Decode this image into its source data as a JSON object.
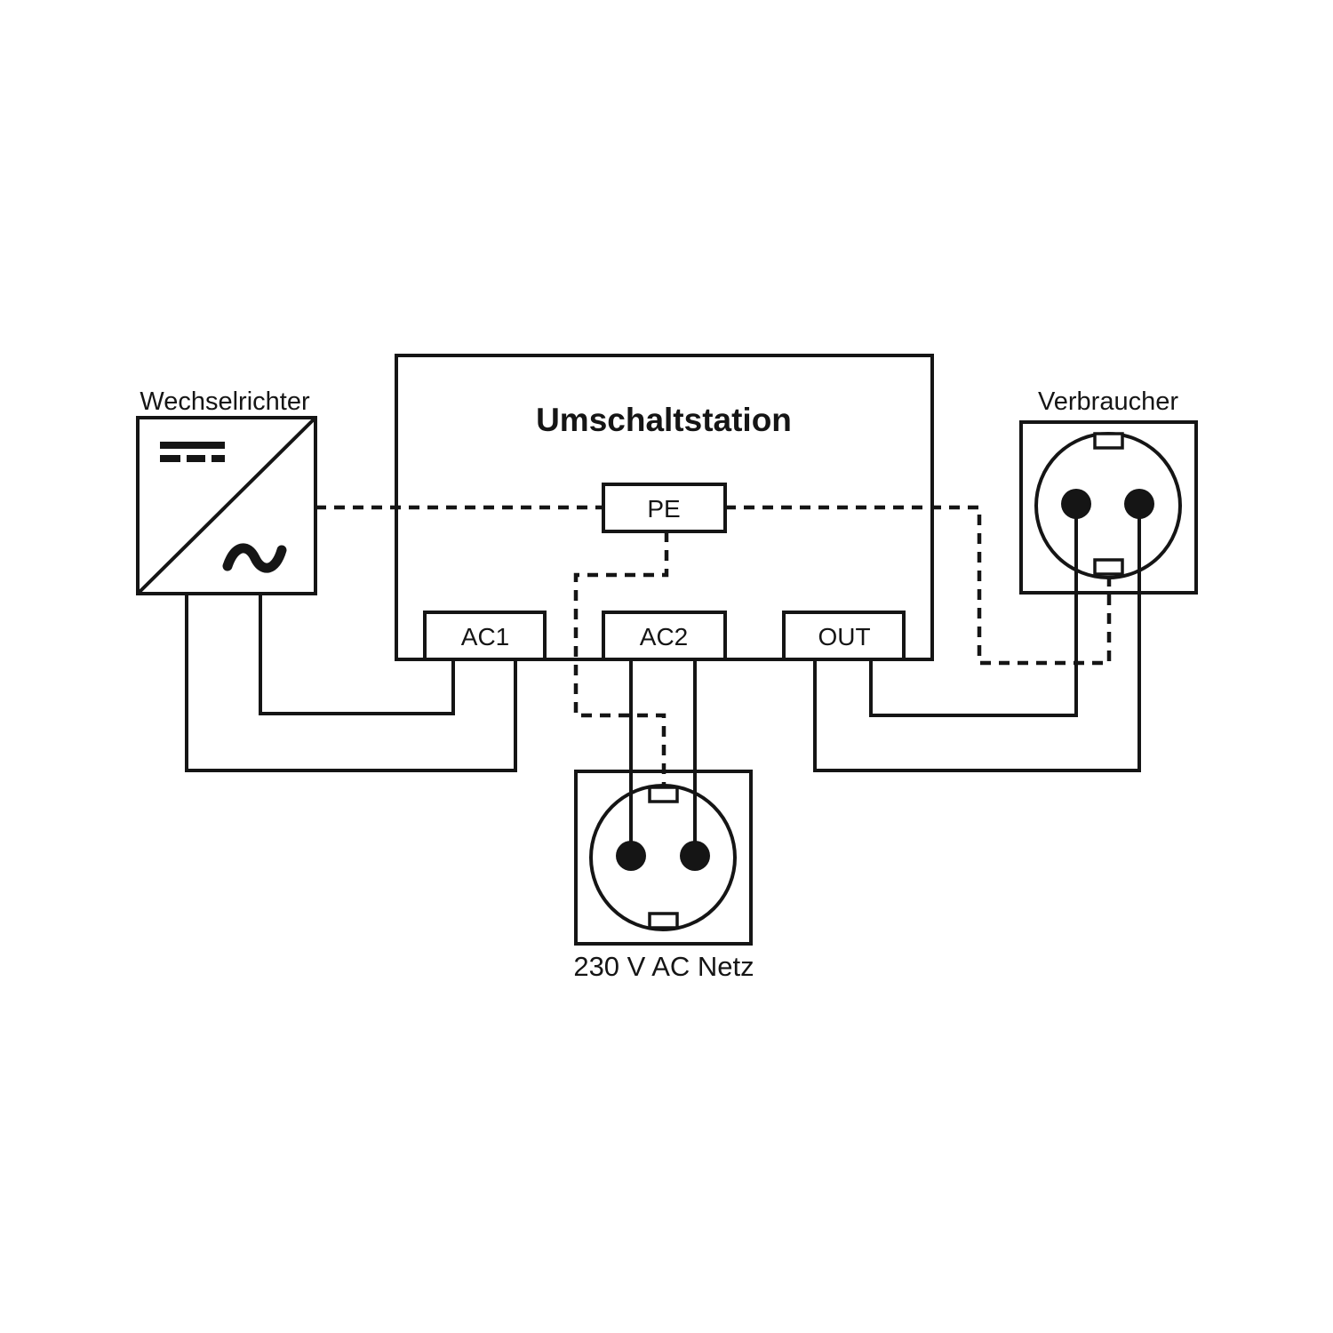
{
  "diagram": {
    "colors": {
      "line": "#151515",
      "background": "#ffffff"
    },
    "nodes": {
      "inverter": {
        "label": "Wechselrichter"
      },
      "station": {
        "title": "Umschaltstation"
      },
      "pe_port": {
        "label": "PE"
      },
      "ac1_port": {
        "label": "AC1"
      },
      "ac2_port": {
        "label": "AC2"
      },
      "out_port": {
        "label": "OUT"
      },
      "consumer": {
        "label": "Verbraucher"
      },
      "grid": {
        "label": "230 V AC Netz"
      }
    },
    "icons": {
      "dc_symbol": "dc-lines-icon (solid bar over dashed bar)",
      "ac_symbol": "sine-tilde-icon ∼"
    }
  }
}
